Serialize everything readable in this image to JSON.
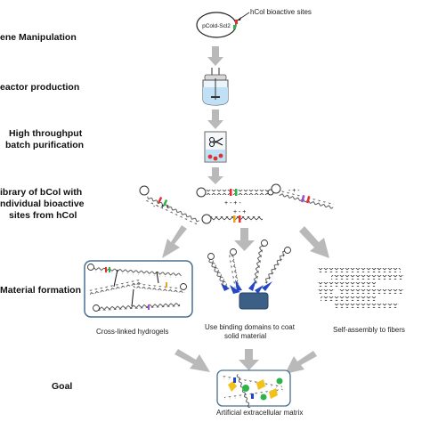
{
  "stages": {
    "gene": "ene Manipulation",
    "bioreactor": "eactor production",
    "purification_1": "High throughput",
    "purification_2": "batch purification",
    "library_1": "ibrary of bCol with",
    "library_2": "ndividual bioactive",
    "library_3": "sites from hCol",
    "material": "Material formation",
    "goal": "Goal"
  },
  "plasmid": {
    "name": "pCold-Scl2",
    "annotation": "hCol bioactive sites"
  },
  "library_marks": {
    "left": "- - +  +",
    "mid_top": "+ - + -",
    "mid_bottom": "+ - +",
    "right": "- + -"
  },
  "captions": {
    "hydrogels": "Cross-linked hydrogels",
    "coat_1": "Use binding domains to coat",
    "coat_2": "solid material",
    "fibers": "Self-assembly to fibers",
    "goal": "Artificial extracellular matrix"
  },
  "colors": {
    "arrow": "#b9b9b9",
    "helix": "#3a3a3a",
    "box_border": "#4a6f8f",
    "liquid": "#bfe0f5",
    "substrate": "#3b5f86",
    "binding": "#2647c4",
    "cell_green": "#2db34a",
    "cell_yellow": "#f2c21b",
    "marker_red": "#e53030"
  }
}
